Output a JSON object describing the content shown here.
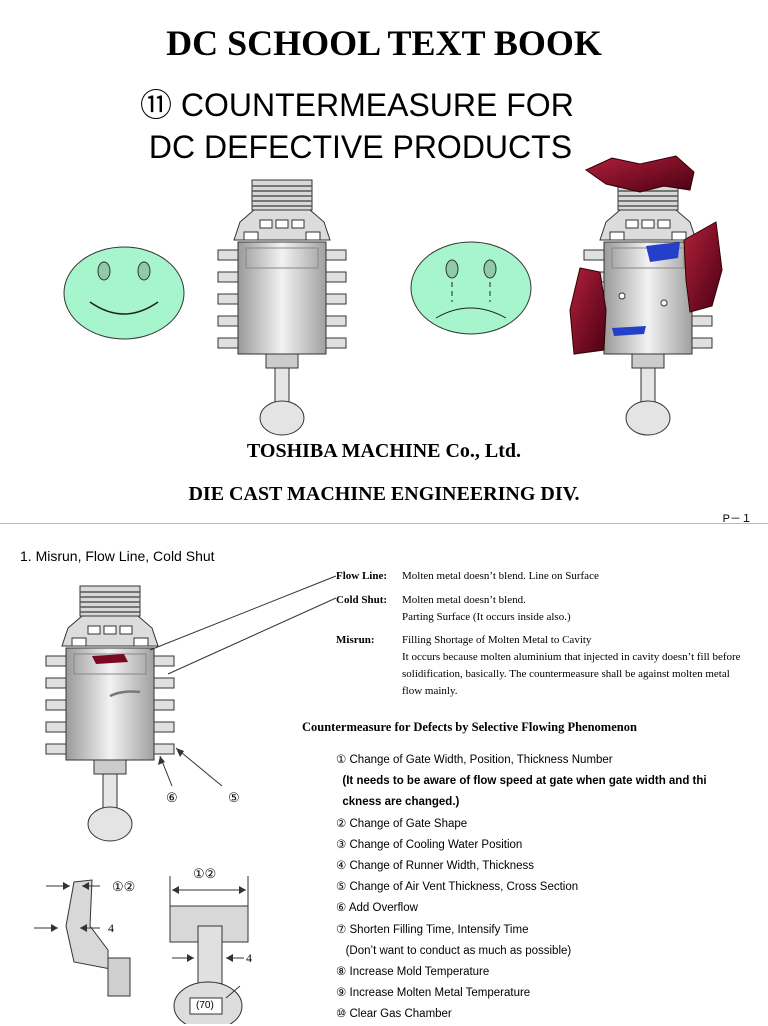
{
  "header": {
    "title": "DC SCHOOL TEXT BOOK",
    "subtitle_line1": "⑪ COUNTERMEASURE FOR",
    "subtitle_line2": " DC DEFECTIVE PRODUCTS"
  },
  "company": {
    "name": "TOSHIBA MACHINE Co., Ltd.",
    "division": "DIE CAST MACHINE ENGINEERING DIV."
  },
  "page": {
    "number": "P－１"
  },
  "section": {
    "title": "1. Misrun, Flow Line, Cold Shut",
    "callouts": {
      "left": "⑥",
      "right": "⑤"
    },
    "definitions": [
      {
        "term": "Flow Line:",
        "desc": "Molten metal doesn’t blend.  Line on Surface"
      },
      {
        "term": "Cold Shut:",
        "desc": "Molten metal doesn’t blend.\nParting Surface (It occurs inside also.)"
      },
      {
        "term": "Misrun:",
        "desc": "Filling Shortage of Molten Metal to Cavity\nIt occurs because molten aluminium that injected in cavity  doesn’t fill before solidification, basically.  The countermeasure shall be against molten metal flow mainly."
      }
    ],
    "countermeasure_title": "Countermeasure for Defects by Selective Flowing Phenomenon",
    "countermeasures": [
      {
        "text": "① Change of Gate Width, Position, Thickness Number",
        "bold": false
      },
      {
        "text": "  (It needs to be aware of flow speed at gate when gate width and thi",
        "bold": true
      },
      {
        "text": "  ckness are changed.)",
        "bold": true
      },
      {
        "text": "② Change of Gate Shape",
        "bold": false
      },
      {
        "text": "③ Change of Cooling Water Position",
        "bold": false
      },
      {
        "text": "④ Change of Runner Width, Thickness",
        "bold": false
      },
      {
        "text": "⑤ Change of Air Vent Thickness, Cross Section",
        "bold": false
      },
      {
        "text": "⑥ Add Overflow",
        "bold": false
      },
      {
        "text": "⑦ Shorten Filling Time, Intensify Time",
        "bold": false
      },
      {
        "text": "   (Don’t want to conduct as much as possible)",
        "bold": false
      },
      {
        "text": "⑧ Increase Mold Temperature",
        "bold": false
      },
      {
        "text": "⑨ Increase Molten Metal Temperature",
        "bold": false
      },
      {
        "text": "⑩ Clear Gas Chamber",
        "bold": false
      }
    ],
    "gate_labels": {
      "left_top": "①②",
      "left_side": "4",
      "right_top": "①②",
      "right_side": "4",
      "dimension": "(70)"
    }
  },
  "colors": {
    "face_fill": "#a6f5cc",
    "defect_red": "#7a0a22",
    "defect_blue": "#2440c8",
    "part_gray": "#d4d4d4"
  }
}
